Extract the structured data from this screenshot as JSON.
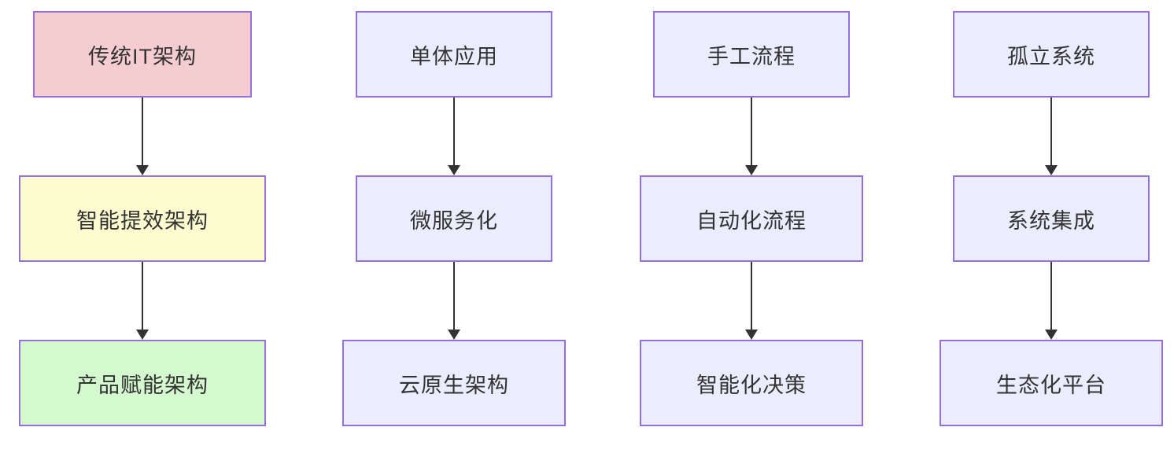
{
  "diagram": {
    "type": "flowchart",
    "direction": "top-down",
    "background": "#ffffff",
    "colors": {
      "node_fill_default": "#ECECFF",
      "node_border": "#9370DB",
      "node_fill_pink": "#f5cdd0",
      "node_fill_yellow": "#fdfbd0",
      "node_fill_green": "#d5f9cf",
      "text": "#333333",
      "arrow": "#333333"
    },
    "columns": [
      {
        "nodes": [
          {
            "label": "传统IT架构",
            "fill": "#f5cdd0",
            "border": "#9370DB"
          },
          {
            "label": "智能提效架构",
            "fill": "#fdfbd0",
            "border": "#9370DB"
          },
          {
            "label": "产品赋能架构",
            "fill": "#d5f9cf",
            "border": "#9370DB"
          }
        ],
        "edges": [
          {
            "from": "传统IT架构",
            "to": "智能提效架构"
          },
          {
            "from": "智能提效架构",
            "to": "产品赋能架构"
          }
        ]
      },
      {
        "nodes": [
          {
            "label": "单体应用",
            "fill": "#ECECFF",
            "border": "#9370DB"
          },
          {
            "label": "微服务化",
            "fill": "#ECECFF",
            "border": "#9370DB"
          },
          {
            "label": "云原生架构",
            "fill": "#ECECFF",
            "border": "#9370DB"
          }
        ],
        "edges": [
          {
            "from": "单体应用",
            "to": "微服务化"
          },
          {
            "from": "微服务化",
            "to": "云原生架构"
          }
        ]
      },
      {
        "nodes": [
          {
            "label": "手工流程",
            "fill": "#ECECFF",
            "border": "#9370DB"
          },
          {
            "label": "自动化流程",
            "fill": "#ECECFF",
            "border": "#9370DB"
          },
          {
            "label": "智能化决策",
            "fill": "#ECECFF",
            "border": "#9370DB"
          }
        ],
        "edges": [
          {
            "from": "手工流程",
            "to": "自动化流程"
          },
          {
            "from": "自动化流程",
            "to": "智能化决策"
          }
        ]
      },
      {
        "nodes": [
          {
            "label": "孤立系统",
            "fill": "#ECECFF",
            "border": "#9370DB"
          },
          {
            "label": "系统集成",
            "fill": "#ECECFF",
            "border": "#9370DB"
          },
          {
            "label": "生态化平台",
            "fill": "#ECECFF",
            "border": "#9370DB"
          }
        ],
        "edges": [
          {
            "from": "孤立系统",
            "to": "系统集成"
          },
          {
            "from": "系统集成",
            "to": "生态化平台"
          }
        ]
      }
    ]
  }
}
